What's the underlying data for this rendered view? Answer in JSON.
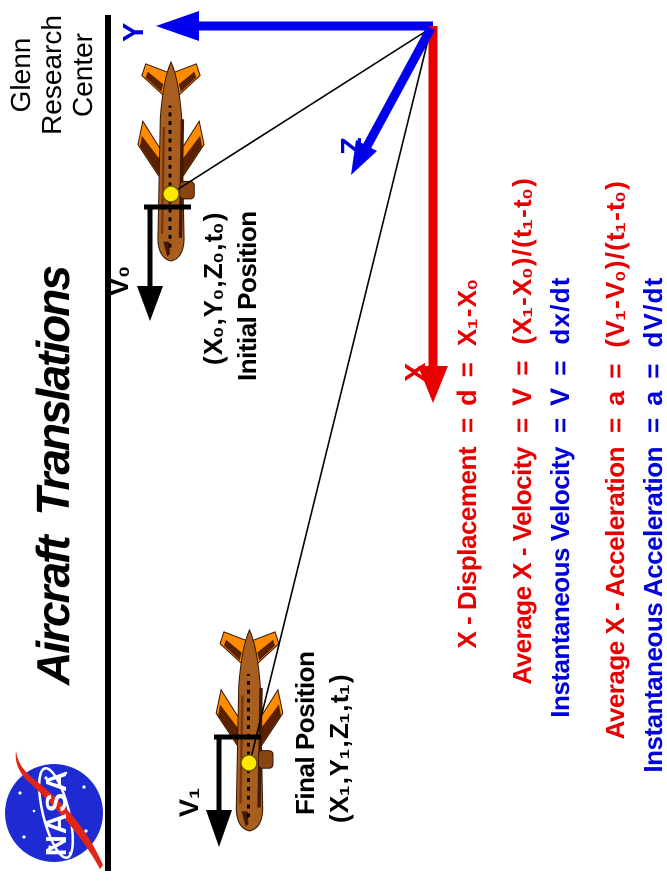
{
  "header": {
    "title": "Aircraft  Translations",
    "center_lines": [
      "Glenn",
      "Research",
      "Center"
    ],
    "logo_text": "NASA"
  },
  "axes": {
    "y_label": "Y",
    "z_label": "Z",
    "x_label": "X"
  },
  "aircraft": {
    "initial": {
      "velocity_label": "V₀",
      "coords": "( X₀ , Y₀ , Z₀ , t₀ )",
      "caption": "Initial Position"
    },
    "final": {
      "velocity_label": "V₁",
      "caption": "Final Position",
      "coords": "( X₁ , Y₁ , Z₁ , t₁ )"
    }
  },
  "equations": {
    "equals_sign": "=",
    "rows": [
      {
        "label": "X - Displacement",
        "variable": "d",
        "formula": "X₁ - X₀",
        "tone": "red"
      },
      {
        "label": "Average X - Velocity",
        "variable": "V",
        "formula": "( X₁ - X₀ ) / ( t₁ - t₀ )",
        "tone": "red"
      },
      {
        "label": "Instantaneous Velocity",
        "variable": "V",
        "formula": "d x / d t",
        "tone": "blue"
      },
      {
        "label": "Average X - Acceleration",
        "variable": "a",
        "formula": "( V₁ - V₀ ) / ( t₁ - t₀ )",
        "tone": "red"
      },
      {
        "label": "Instantaneous Acceleration",
        "variable": "a",
        "formula": "d V / d t",
        "tone": "blue"
      }
    ]
  },
  "colors": {
    "axis_blue": "#0000EE",
    "axis_red": "#E80000",
    "text_blue": "#0000DD",
    "text_red": "#E80000",
    "logo_blue": "#1E2BD2",
    "swoosh_red": "#E02515",
    "cg_yellow": "#FFE800",
    "fuselage_brown": "#A85E1E",
    "wing_orange": "#FF8C00"
  }
}
